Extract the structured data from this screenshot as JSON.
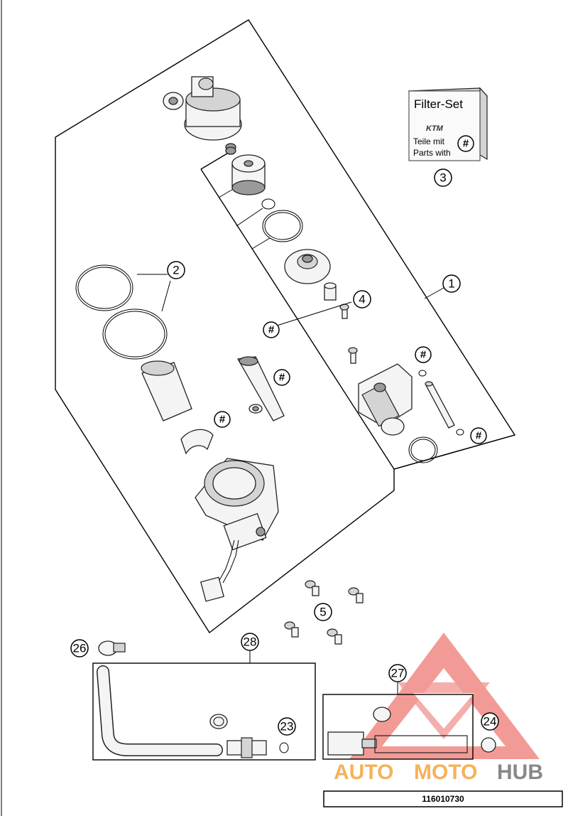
{
  "callouts": {
    "c1": "1",
    "c2": "2",
    "c3": "3",
    "c4": "4",
    "c5": "5",
    "c23": "23",
    "c24": "24",
    "c26": "26",
    "c27": "27",
    "c28": "28"
  },
  "hash_mark": "#",
  "filter_box": {
    "title": "Filter-Set",
    "brand": "KTM",
    "line1": "Teile mit",
    "line2": "Parts with",
    "mark": "#"
  },
  "watermark": {
    "part1": "AUTO",
    "part2": "MOTO",
    "part3": "HUB",
    "color_red": "#f08a84",
    "color_orange": "#f5b25a",
    "color_gray": "#888888"
  },
  "diagram_code": "116010730"
}
